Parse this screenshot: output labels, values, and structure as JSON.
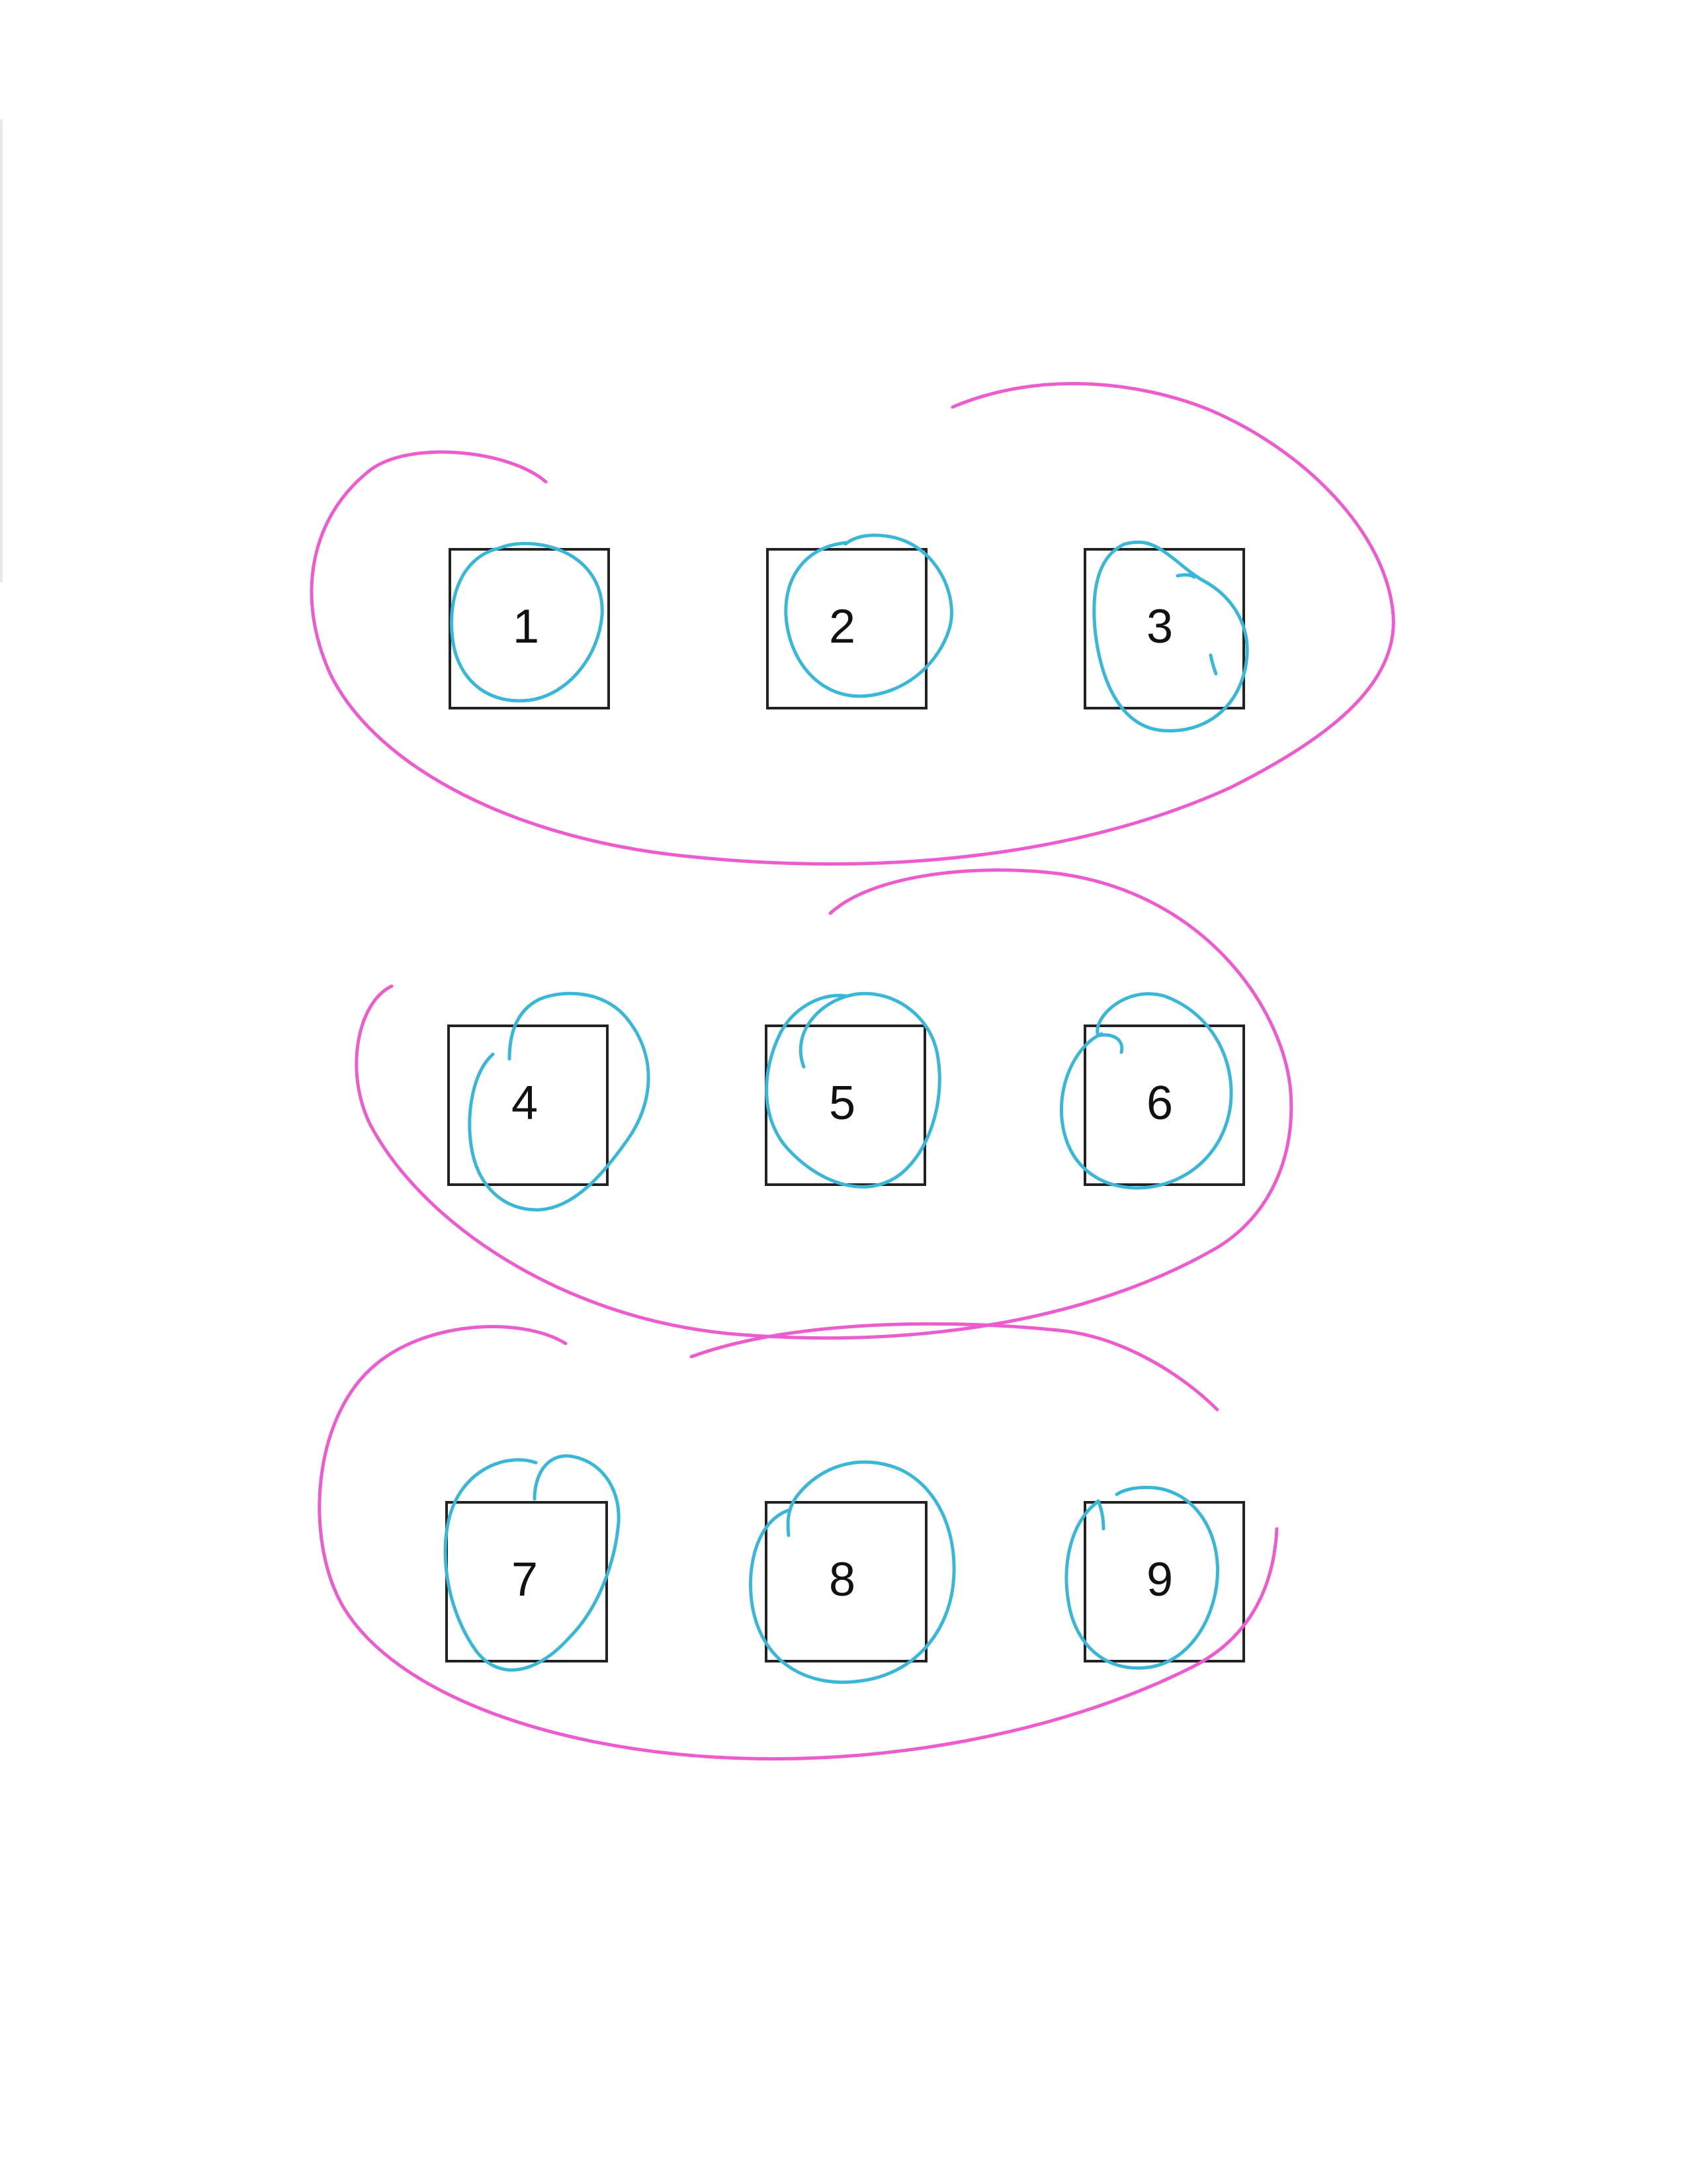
{
  "colors": {
    "paper": "#ffffff",
    "box_stroke": "#222222",
    "label": "#111111",
    "item_circle": "#3ab7d8",
    "group_loop": "#ec5ccf"
  },
  "boxes": [
    {
      "id": "box-1",
      "label": "1",
      "row": 1,
      "col": 1
    },
    {
      "id": "box-2",
      "label": "2",
      "row": 1,
      "col": 2
    },
    {
      "id": "box-3",
      "label": "3",
      "row": 1,
      "col": 3
    },
    {
      "id": "box-4",
      "label": "4",
      "row": 2,
      "col": 1
    },
    {
      "id": "box-5",
      "label": "5",
      "row": 2,
      "col": 2
    },
    {
      "id": "box-6",
      "label": "6",
      "row": 2,
      "col": 3
    },
    {
      "id": "box-7",
      "label": "7",
      "row": 3,
      "col": 1
    },
    {
      "id": "box-8",
      "label": "8",
      "row": 3,
      "col": 2
    },
    {
      "id": "box-9",
      "label": "9",
      "row": 3,
      "col": 3
    }
  ],
  "groups": [
    {
      "id": "row-1",
      "members": [
        "1",
        "2",
        "3"
      ]
    },
    {
      "id": "row-2",
      "members": [
        "4",
        "5",
        "6"
      ]
    },
    {
      "id": "row-3",
      "members": [
        "7",
        "8",
        "9"
      ]
    }
  ]
}
